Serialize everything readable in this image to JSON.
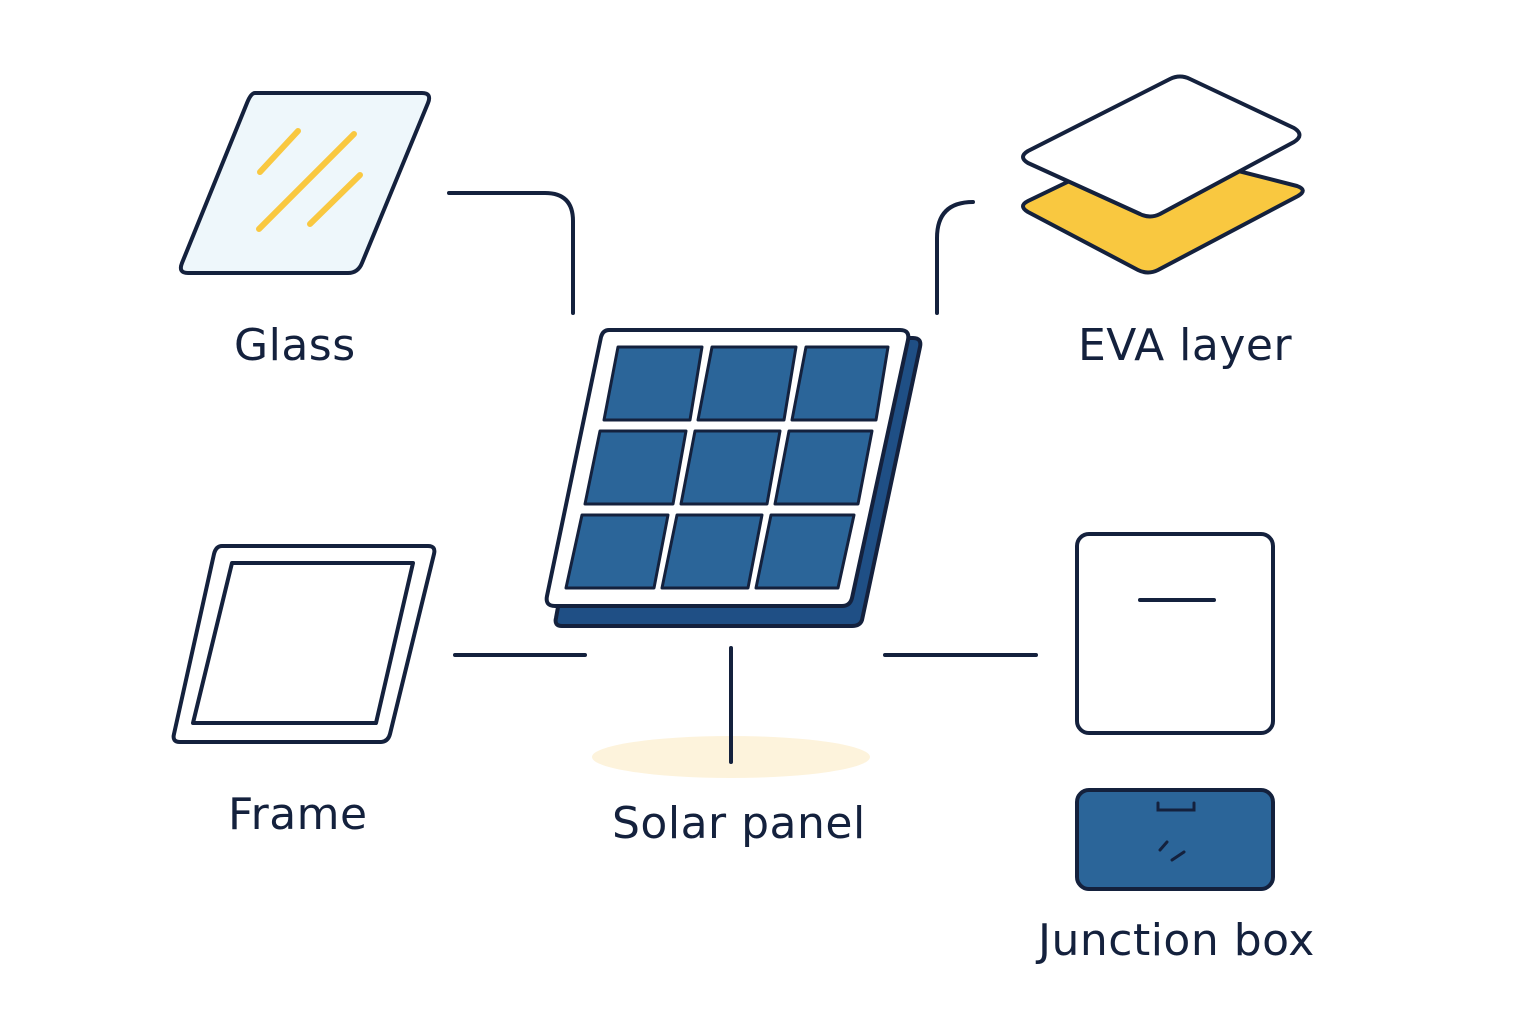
{
  "diagram": {
    "labels": {
      "glass": "Glass",
      "eva_layer": "EVA layer",
      "frame": "Frame",
      "solar_panel": "Solar panel",
      "junction_box": "Junction box"
    },
    "colors": {
      "outline": "#14213d",
      "panel_blue": "#2b6599",
      "panel_blue_dark": "#1f4f85",
      "accent_yellow": "#f9c840",
      "glass_fill": "#eef7fb",
      "glow": "#fdf3dc",
      "background": "#ffffff"
    },
    "icons": {
      "glass": "glass-sheet-icon",
      "eva_layer": "eva-layer-icon",
      "frame": "frame-icon",
      "solar_panel": "solar-panel-icon",
      "junction_box": "junction-box-icon"
    }
  }
}
